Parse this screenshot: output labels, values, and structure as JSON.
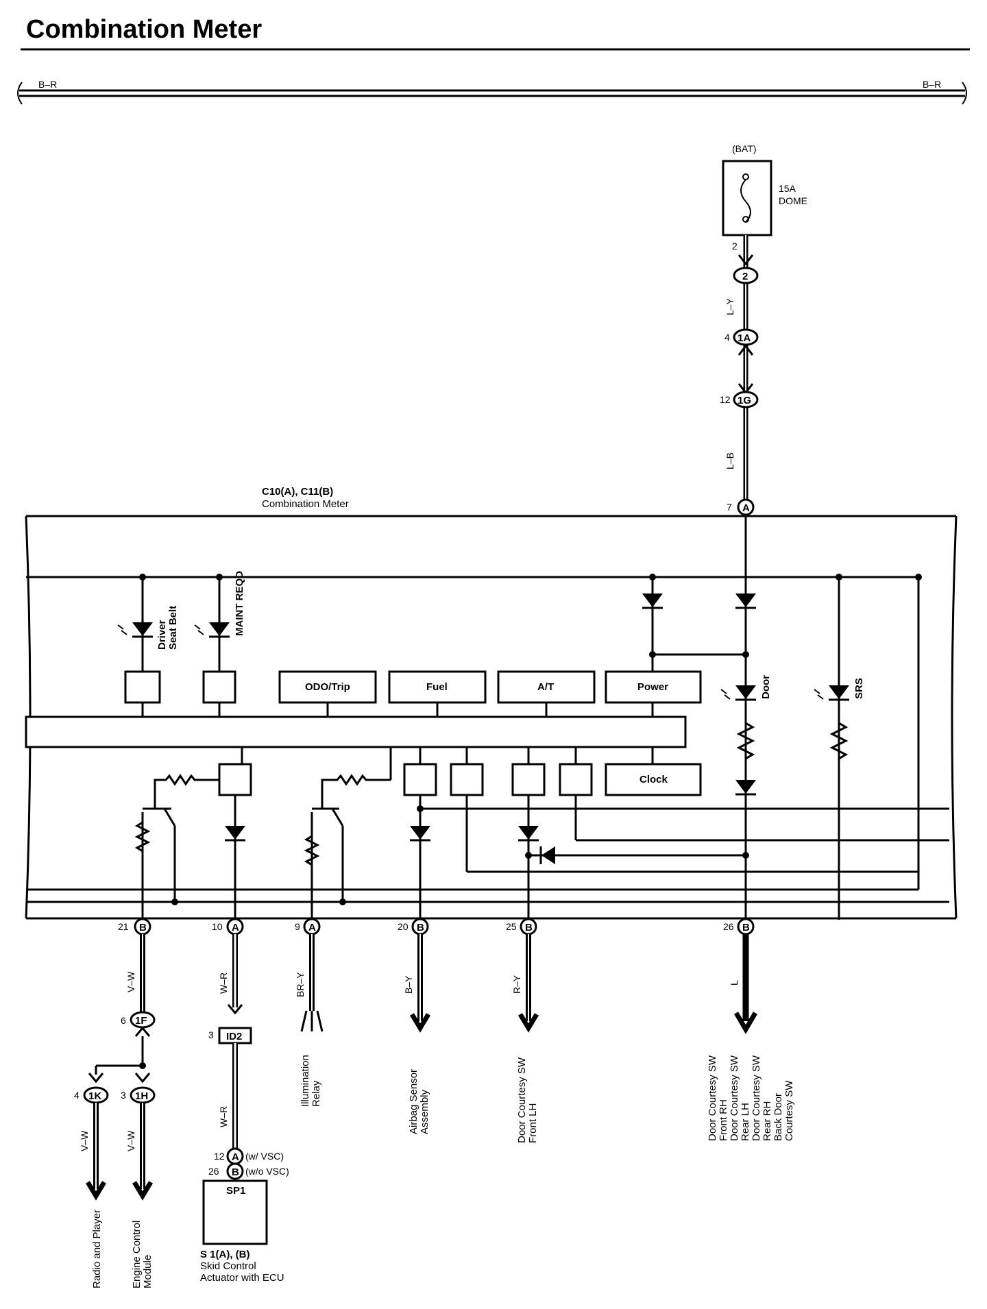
{
  "title": "Combination Meter",
  "bus": {
    "left": "B–R",
    "right": "B–R"
  },
  "fuse": {
    "source": "(BAT)",
    "rating": "15A",
    "name": "DOME"
  },
  "top_connectors": {
    "fuse_pin": "2",
    "c1_label": "2",
    "wire1": "L–Y",
    "c2_pin": "4",
    "c2_label": "1A",
    "c3_pin": "12",
    "c3_label": "1G",
    "wire2": "L–B"
  },
  "meter": {
    "conn_line": "C10(A), C11(B)",
    "name": "Combination Meter",
    "top_pin": "7",
    "top_conn": "A",
    "leds": {
      "seatbelt1": "Driver",
      "seatbelt2": "Seat Belt",
      "maint": "MAINT REQD",
      "door": "Door",
      "srs": "SRS"
    },
    "gauges": [
      "ODO/Trip",
      "Fuel",
      "A/T",
      "Power"
    ],
    "clock": "Clock"
  },
  "pins": [
    {
      "pin": "21",
      "conn": "B",
      "wire": "V–W"
    },
    {
      "pin": "10",
      "conn": "A",
      "wire": "W–R"
    },
    {
      "pin": "9",
      "conn": "A",
      "wire": "BR–Y"
    },
    {
      "pin": "20",
      "conn": "B",
      "wire": "B–Y"
    },
    {
      "pin": "25",
      "conn": "B",
      "wire": "R–Y"
    },
    {
      "pin": "26",
      "conn": "B",
      "wire": "L"
    }
  ],
  "lower_left": {
    "c1f_pin": "6",
    "c1f_label": "1F",
    "c1k_pin": "4",
    "c1k_label": "1K",
    "c1h_pin": "3",
    "c1h_label": "1H",
    "wire_k": "V–W",
    "wire_h": "V–W",
    "dest_k": "Radio and Player",
    "dest_h1": "Engine Control",
    "dest_h2": "Module"
  },
  "skid": {
    "id_pin": "3",
    "id_label": "ID2",
    "wire": "W–R",
    "pin_a": "12",
    "conn_a": "A",
    "note_a": "(w/ VSC)",
    "pin_b": "26",
    "conn_b": "B",
    "note_b": "(w/o VSC)",
    "box": "SP1",
    "ref": "S 1(A), (B)",
    "name1": "Skid Control",
    "name2": "Actuator with ECU"
  },
  "destinations": {
    "illum1": "Illumination",
    "illum2": "Relay",
    "airbag1": "Airbag Sensor",
    "airbag2": "Assembly",
    "doorlh1": "Door Courtesy SW",
    "doorlh2": "Front LH",
    "door_lines": [
      "Door Courtesy SW",
      "Front RH",
      "Door Courtesy SW",
      "Rear LH",
      "Door Courtesy SW",
      "Rear RH",
      "Back Door",
      "Courtesy SW"
    ]
  }
}
